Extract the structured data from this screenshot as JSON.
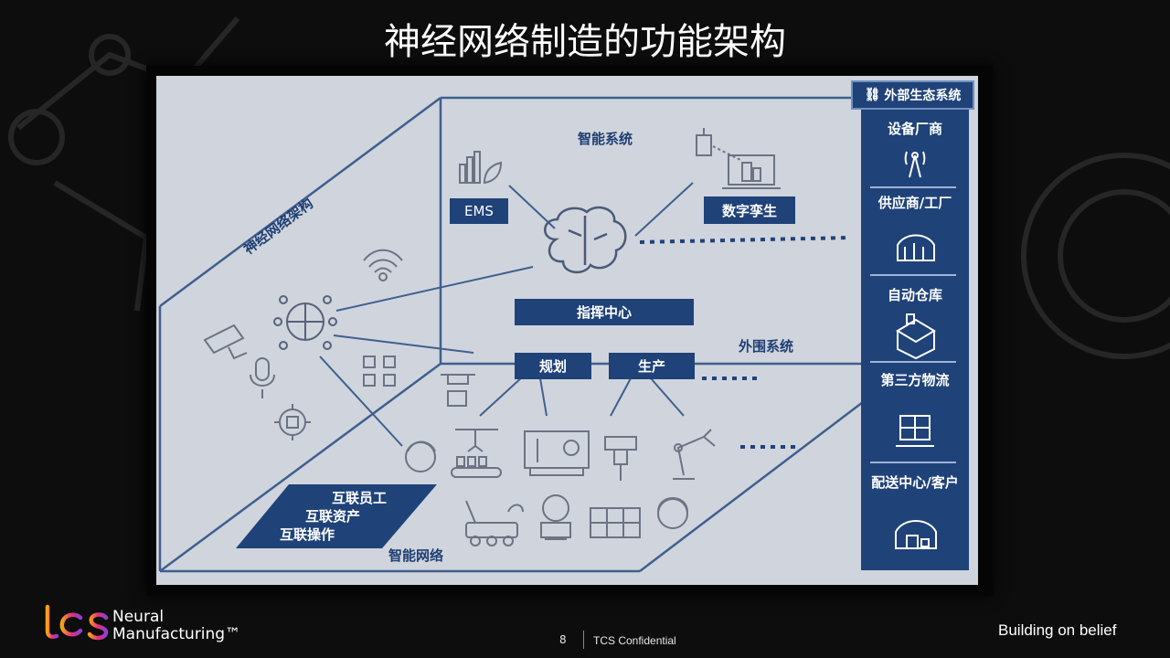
{
  "slide": {
    "title": "神经网络制造的功能架构",
    "page_number": "8",
    "confidential": "TCS Confidential",
    "tagline": "Building on belief",
    "logo_text_line1": "Neural",
    "logo_text_line2": "Manufacturing™"
  },
  "diagram": {
    "left_panel_label": "神经网络架构",
    "top_section_label": "智能系统",
    "right_section_label": "外围系统",
    "bottom_section_label": "智能网络",
    "ems_label": "EMS",
    "digital_twin_label": "数字孪生",
    "command_center_label": "指挥中心",
    "planning_label": "规划",
    "production_label": "生产",
    "connected": {
      "staff": "互联员工",
      "assets": "互联资产",
      "operations": "互联操作"
    }
  },
  "ecosystem": {
    "header": "外部生态系统",
    "items": [
      "设备厂商",
      "供应商/工厂",
      "自动仓库",
      "第三方物流",
      "配送中心/客户"
    ]
  },
  "colors": {
    "background": "#0d0d0d",
    "canvas": "#d0d4dc",
    "navy": "#1f4279",
    "line": "#3f5f8f",
    "icon": "#6b7384"
  }
}
